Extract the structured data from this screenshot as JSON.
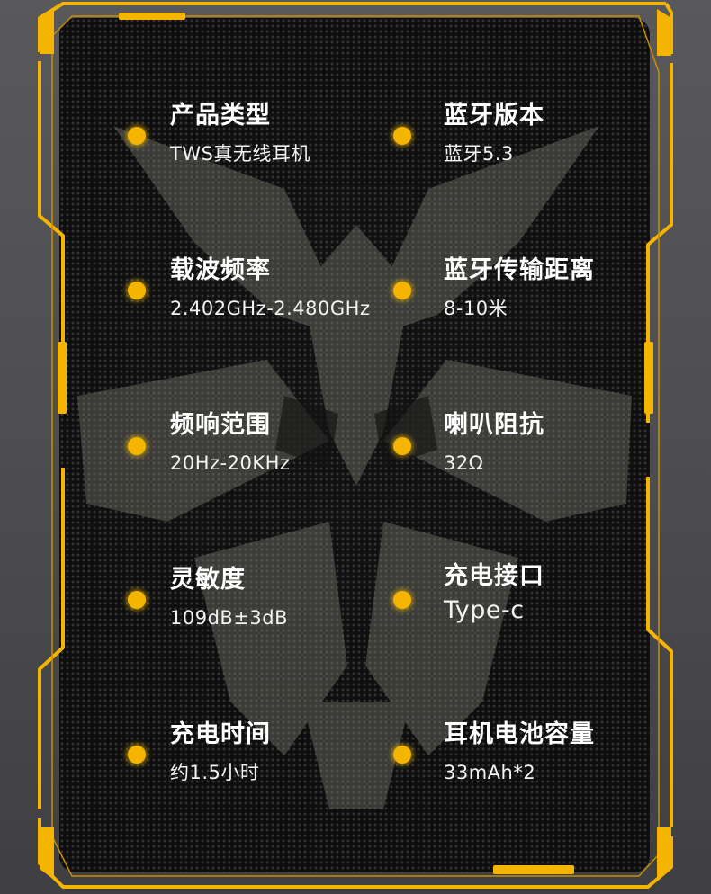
{
  "theme": {
    "accent": "#f4b400",
    "panel_bg": "#121212",
    "text": "#ffffff"
  },
  "specs": [
    {
      "label": "产品类型",
      "value": "TWS真无线耳机"
    },
    {
      "label": "蓝牙版本",
      "value": "蓝牙5.3"
    },
    {
      "label": "载波频率",
      "value": "2.402GHz-2.480GHz"
    },
    {
      "label": "蓝牙传输距离",
      "value": "8-10米"
    },
    {
      "label": "频响范围",
      "value": "20Hz-20KHz"
    },
    {
      "label": "喇叭阻抗",
      "value": "32Ω"
    },
    {
      "label": "灵敏度",
      "value": "109dB±3dB"
    },
    {
      "label": "充电接口",
      "value": "Type-c"
    },
    {
      "label": "充电时间",
      "value": "约1.5小时"
    },
    {
      "label": "耳机电池容量",
      "value": "33mAh*2"
    }
  ]
}
